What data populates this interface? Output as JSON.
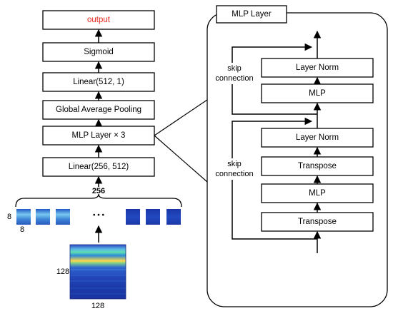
{
  "colors": {
    "output_text": "#e8281e",
    "dark_patch": "#1f3fb4",
    "light_patch": "#3e86d6",
    "spectro_band": "#ffd84a"
  },
  "left": {
    "output": "output",
    "sigmoid": "Sigmoid",
    "linear2": "Linear(512, 1)",
    "gap": "Global Average Pooling",
    "mlp": "MLP Layer × 3",
    "linear1": "Linear(256, 512)",
    "dim256": "256",
    "patch_h": "8",
    "patch_w": "8",
    "dots": "• • •",
    "spec_h": "128",
    "spec_w": "128"
  },
  "right": {
    "title": "MLP Layer",
    "skip_top_1": "skip",
    "skip_top_2": "connection",
    "skip_bot_1": "skip",
    "skip_bot_2": "connection",
    "layernorm_top": "Layer Norm",
    "mlp_top": "MLP",
    "layernorm_bot": "Layer Norm",
    "transpose_top": "Transpose",
    "mlp_bot": "MLP",
    "transpose_bot": "Transpose"
  }
}
